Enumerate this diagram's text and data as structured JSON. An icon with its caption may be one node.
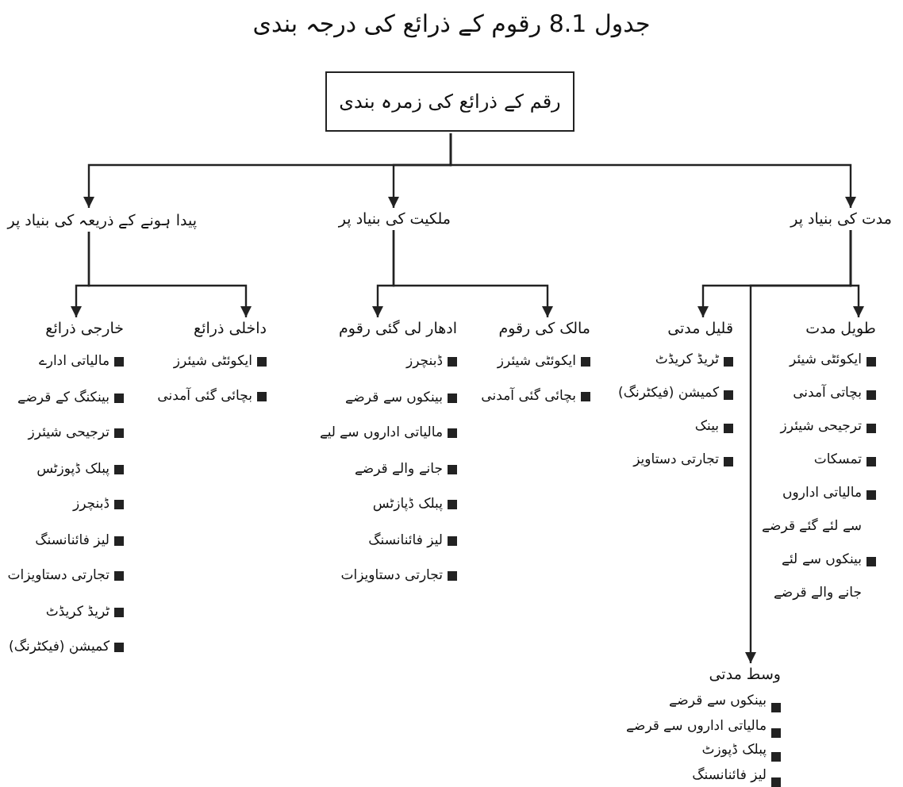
{
  "diagram": {
    "title": "جدول 8.1 رقوم کے ذرائع کی درجہ بندی",
    "nodes": [
      {
        "text": [
          "رقم کے ذرائع کی زمرہ بندی"
        ]
      },
      {
        "text": [
          "مدت کی بنیاد پر"
        ]
      },
      {
        "text": [
          "ملکیت کی بنیاد پر"
        ]
      },
      {
        "text": [
          "پیدا ہونے کے ذریعہ کی بنیاد پر"
        ]
      },
      {
        "text": [
          "طویل مدت",
          "ایکوئٹی شیئر",
          "بچاتی آمدنی",
          "ترجیحی شیئرز",
          "تمسکات",
          "مالیاتی اداروں سے لئے گئے قرضے",
          "بینکوں سے لئے جانے والے قرضے"
        ]
      },
      {
        "text": [
          "قلیل مدتی",
          "ٹریڈ کریڈٹ",
          "کمیشن (فیکٹرنگ)",
          "بینک",
          "تجارتی دستاویز"
        ]
      },
      {
        "text": [
          "وسط مدتی",
          "بینکوں سے قرضے",
          "مالیاتی اداروں سے قرضے",
          "پبلک ڈپوزٹ",
          "لیز فائنانسنگ"
        ]
      },
      {
        "text": [
          "مالک کی رقوم",
          "ایکوئٹی شیئرز",
          "بچائی گئی آمدنی"
        ]
      },
      {
        "text": [
          "ادھار لی گئی رقوم",
          "ڈبنچرز",
          "بینکوں سے قرضے",
          "مالیاتی اداروں سے لیے",
          "جانے والے قرضے",
          "پبلک ڈپازٹس",
          "لیز فائنانسنگ",
          "تجارتی دستاویزات"
        ]
      },
      {
        "text": [
          "داخلی ذرائع",
          "ایکوئٹی شیئرز",
          "بچائی گئی آمدنی"
        ]
      },
      {
        "text": [
          "خارجی ذرائع",
          "مالیاتی ادارے",
          "بینکنگ کے قرضے",
          "ترجیحی شیئرز",
          "پبلک ڈپوزٹس",
          "ڈبنچرز",
          "لیز فائنانسنگ",
          "تجارتی دستاویزات",
          "ٹریڈ کریڈٹ",
          "کمیشن (فیکٹرنگ)"
        ]
      }
    ],
    "edges": [
      {
        "from": 0,
        "to": 1,
        "arrow": "to"
      },
      {
        "from": 0,
        "to": 2,
        "arrow": "to"
      },
      {
        "from": 0,
        "to": 3,
        "arrow": "to"
      },
      {
        "from": 1,
        "to": 4,
        "arrow": "to"
      },
      {
        "from": 1,
        "to": 5,
        "arrow": "to"
      },
      {
        "from": 1,
        "to": 6,
        "arrow": "to"
      },
      {
        "from": 2,
        "to": 7,
        "arrow": "to"
      },
      {
        "from": 2,
        "to": 8,
        "arrow": "to"
      },
      {
        "from": 3,
        "to": 9,
        "arrow": "to"
      },
      {
        "from": 3,
        "to": 10,
        "arrow": "to"
      }
    ]
  }
}
